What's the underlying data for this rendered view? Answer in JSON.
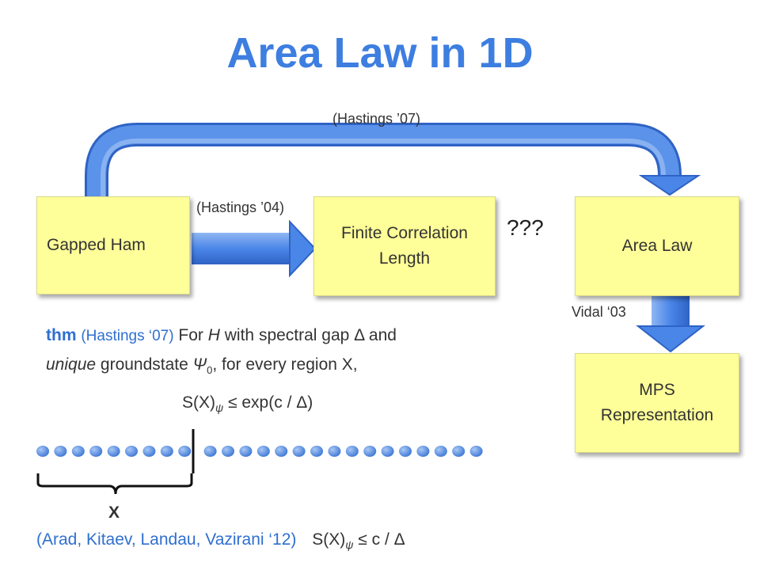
{
  "title": "Area Law in 1D",
  "boxes": {
    "gapped": "Gapped Ham",
    "finite": "Finite Correlation Length",
    "area": "Area Law",
    "mps": "MPS Representation"
  },
  "labels": {
    "hastings07_top": "(Hastings ’07)",
    "hastings04": "(Hastings ’04)",
    "unknown": "???",
    "vidal": "Vidal ‘03"
  },
  "theorem": {
    "prefix": "thm",
    "cite": "(Hastings ‘07)",
    "text1": "For",
    "H": "H",
    "text2": "with spectral gap Δ and",
    "unique": "unique",
    "text3": "groundstate",
    "psi": "Ψ",
    "psi_sub": "0",
    "text4": ", for every region X,"
  },
  "formula1": {
    "lhs": "S(X)",
    "sub": "ψ",
    "rhs": " ≤ exp(c / Δ)"
  },
  "chain": {
    "dot_count": 25,
    "cut_after": 9,
    "region_label": "X"
  },
  "bottom": {
    "cite": "(Arad, Kitaev, Landau, Vazirani ‘12)",
    "lhs": "S(X)",
    "sub": "ψ",
    "rhs": " ≤ c / Δ"
  },
  "colors": {
    "title": "#3d7ee0",
    "box_fill": "#ffff99",
    "arrow_blue": "#4a86e8",
    "cite_blue": "#2f6fd0"
  }
}
